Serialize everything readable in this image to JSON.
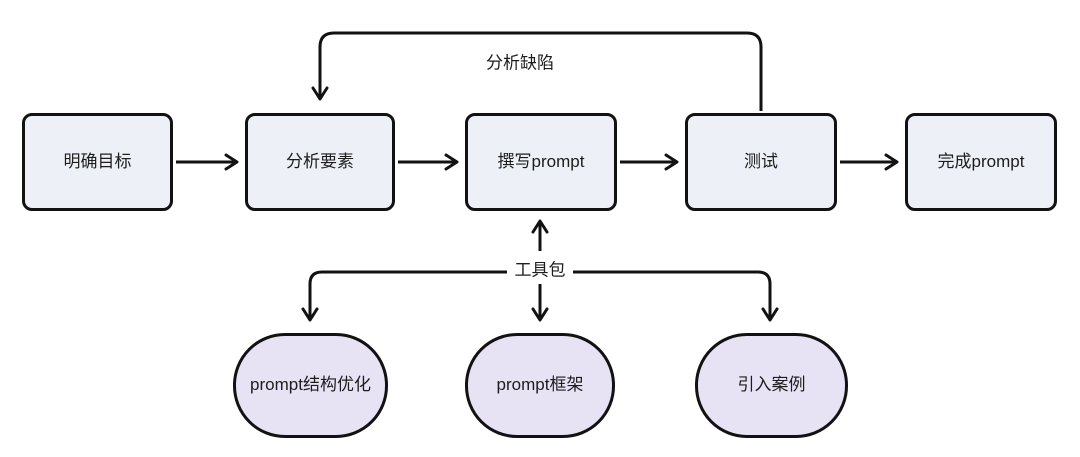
{
  "diagram": {
    "colors": {
      "background": "#ffffff",
      "stroke": "#121212",
      "flow_node_fill": "#edf0f6",
      "tool_node_fill": "#e8e2f5",
      "text": "#1d1d1d"
    },
    "flow_nodes": [
      {
        "label": "明确目标"
      },
      {
        "label": "分析要素"
      },
      {
        "label": "撰写prompt"
      },
      {
        "label": "测试"
      },
      {
        "label": "完成prompt"
      }
    ],
    "feedback_edge": {
      "label": "分析缺陷",
      "from": "测试",
      "to": "分析要素"
    },
    "toolkit": {
      "label": "工具包",
      "points_to": "撰写prompt",
      "tool_nodes": [
        {
          "label": "prompt结构优化"
        },
        {
          "label": "prompt框架"
        },
        {
          "label": "引入案例"
        }
      ]
    }
  }
}
